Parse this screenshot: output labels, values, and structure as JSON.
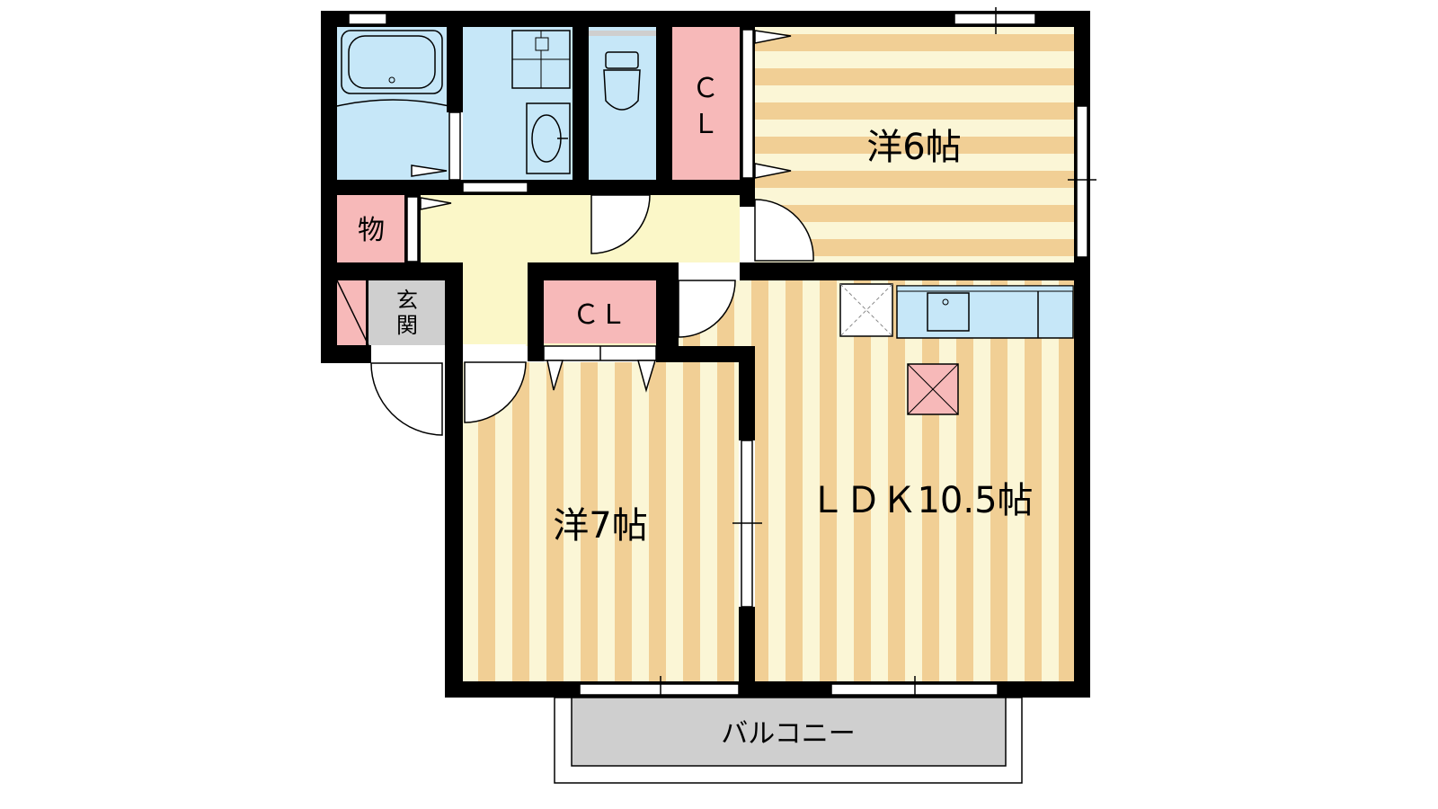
{
  "colors": {
    "wall": "#000000",
    "wet_area": "#c6e7f8",
    "storage": "#f7b9b9",
    "hallway": "#fbf7c8",
    "floor_stripe_a": "#f1cf95",
    "floor_stripe_b": "#fbf6d6",
    "entrance": "#cfcfcf",
    "balcony": "#cfcfcf"
  },
  "rooms": {
    "western_6": "洋6帖",
    "western_7": "洋7帖",
    "ldk": "ＬＤＫ10.5帖",
    "balcony": "バルコニー",
    "closet_north_line1": "Ｃ",
    "closet_north_line2": "Ｌ",
    "closet_center": "ＣＬ",
    "storage": "物",
    "entrance_line1": "玄",
    "entrance_line2": "関"
  }
}
